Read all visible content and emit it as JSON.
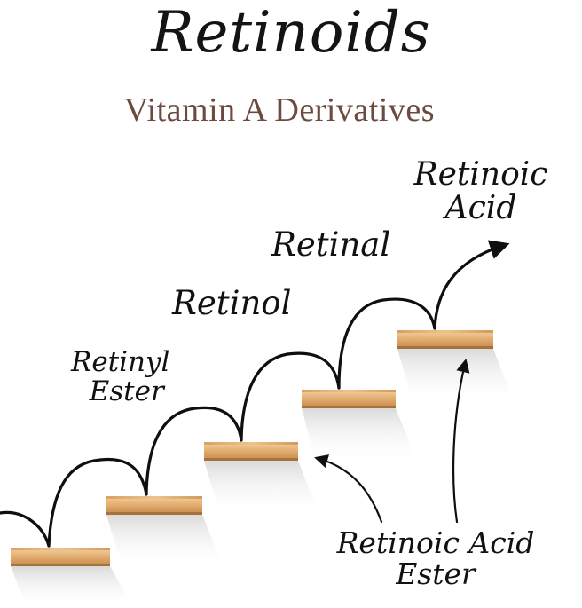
{
  "title": "Retinoids",
  "subtitle": "Vitamin A Derivatives",
  "steps": [
    {
      "line1": "Retinyl",
      "line2": "Ester"
    },
    {
      "line1": "Retinol"
    },
    {
      "line1": "Retinal"
    },
    {
      "line1": "Retinoic",
      "line2": "Acid"
    }
  ],
  "side_label": {
    "line1": "Retinoic Acid",
    "line2": "Ester"
  },
  "colors": {
    "subtitle": "#6b4a3f",
    "wood_light": "#e8b97f",
    "wood_dark": "#b77a3f",
    "stroke": "#0f0f0f"
  }
}
